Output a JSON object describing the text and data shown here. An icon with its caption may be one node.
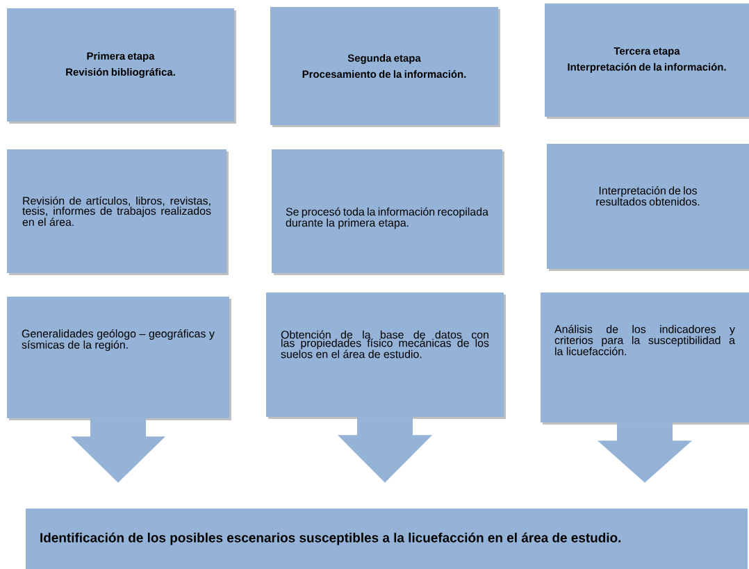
{
  "diagram": {
    "nodes": [
      {
        "text": [
          "Primera etapa",
          "Revisión bibliográfica."
        ]
      },
      {
        "text": [
          "Segunda etapa",
          "Procesamiento de la información."
        ]
      },
      {
        "text": [
          "Tercera etapa",
          "Interpretación de la información."
        ]
      },
      {
        "text": [
          "Revisión de artículos, libros, revistas, tesis, informes de trabajos realizados en el área."
        ]
      },
      {
        "text": [
          "Se procesó toda la información recopilada durante la primera etapa."
        ]
      },
      {
        "text": [
          "Interpretación de los resultados obtenidos."
        ]
      },
      {
        "text": [
          "Generalidades geólogo – geográficas y sísmicas de la región."
        ]
      },
      {
        "text": [
          "Obtención de la base de datos con las propiedades físico mecánicas de los suelos en el área de estudio."
        ]
      },
      {
        "text": [
          "Análisis de los indicadores y criterios para la susceptibilidad a la licuefacción."
        ]
      },
      {
        "text": [
          "Identificación de los posibles escenarios susceptibles a la licuefacción en el área de estudio."
        ]
      }
    ],
    "edges": [
      {
        "from": 6,
        "to": 9,
        "arrow": "to"
      },
      {
        "from": 7,
        "to": 9,
        "arrow": "to"
      },
      {
        "from": 8,
        "to": 9,
        "arrow": "to"
      }
    ]
  }
}
